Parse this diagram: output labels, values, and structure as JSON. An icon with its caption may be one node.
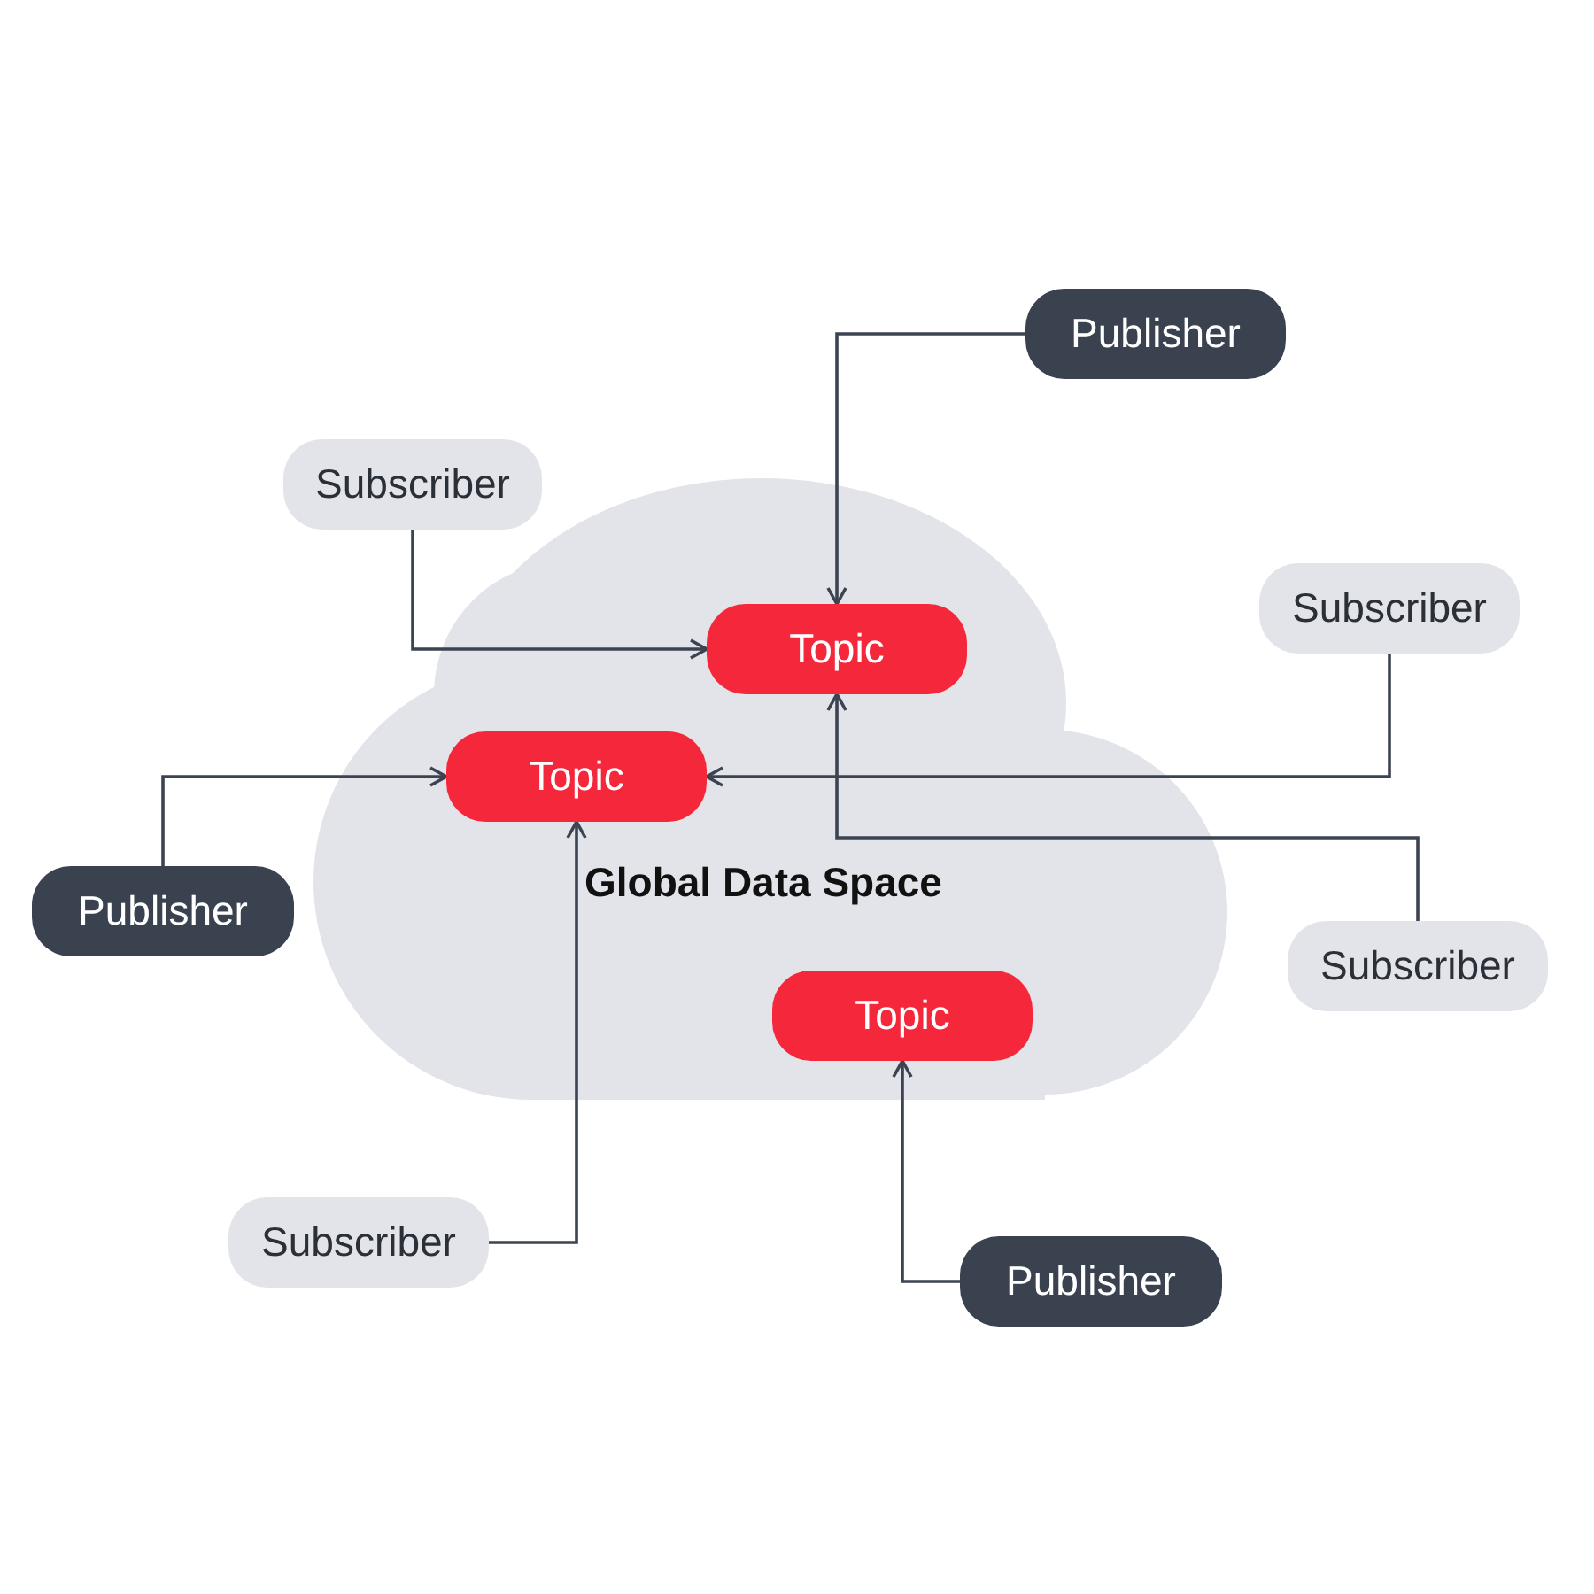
{
  "diagram": {
    "nodes": [
      {
        "text": [
          "Global Data Space"
        ]
      },
      {
        "text": [
          "Publisher"
        ]
      },
      {
        "text": [
          "Subscriber"
        ]
      },
      {
        "text": [
          "Topic"
        ],
        "in": 0
      },
      {
        "text": [
          "Subscriber"
        ]
      },
      {
        "text": [
          "Topic"
        ],
        "in": 0
      },
      {
        "text": [
          "Publisher"
        ]
      },
      {
        "text": [
          "Subscriber"
        ]
      },
      {
        "text": [
          "Topic"
        ],
        "in": 0
      },
      {
        "text": [
          "Subscriber"
        ]
      },
      {
        "text": [
          "Publisher"
        ]
      }
    ],
    "edges": [
      {
        "from": 1,
        "to": 3,
        "arrow": "to"
      },
      {
        "from": 2,
        "to": 3,
        "arrow": "to"
      },
      {
        "from": 4,
        "to": 5,
        "arrow": "to"
      },
      {
        "from": 7,
        "to": 3,
        "arrow": "to"
      },
      {
        "from": 6,
        "to": 5,
        "arrow": "to"
      },
      {
        "from": 9,
        "to": 5,
        "arrow": "to"
      },
      {
        "from": 10,
        "to": 8,
        "arrow": "to"
      }
    ]
  }
}
